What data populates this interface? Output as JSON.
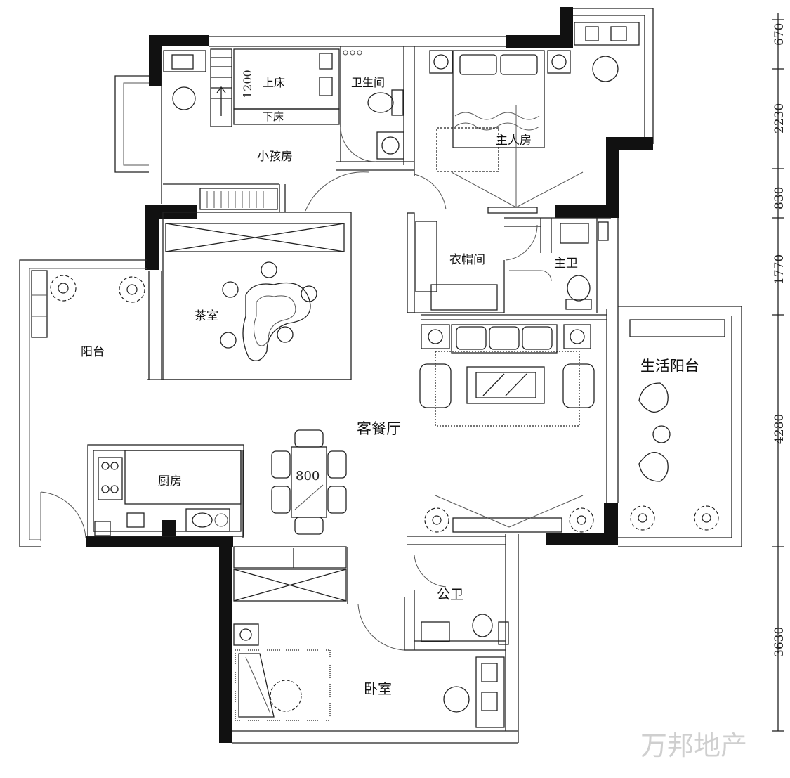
{
  "rooms": {
    "child_room": "小孩房",
    "upper_bed": "上床",
    "lower_bed": "下床",
    "toilet": "卫生间",
    "master_room": "主人房",
    "wardrobe": "衣帽间",
    "master_bath": "主卫",
    "tea_room": "茶室",
    "balcony": "阳台",
    "living_dining": "客餐厅",
    "utility_balcony": "生活阳台",
    "kitchen": "厨房",
    "public_bath": "公卫",
    "bedroom": "卧室"
  },
  "labels": {
    "bed_width": "1200",
    "table_width": "800"
  },
  "dimensions": [
    "670",
    "2230",
    "830",
    "1770",
    "4280",
    "3630"
  ],
  "watermark": "万邦地产",
  "colors": {
    "wall": "#111111",
    "line": "#222222",
    "background": "#ffffff",
    "watermark": "#cfcfcf"
  },
  "icons": [
    "plant-icon",
    "chair-icon",
    "toilet-icon",
    "stove-icon",
    "sink-icon",
    "sofa-icon",
    "dining-table-icon",
    "bed-icon",
    "lamp-icon"
  ]
}
